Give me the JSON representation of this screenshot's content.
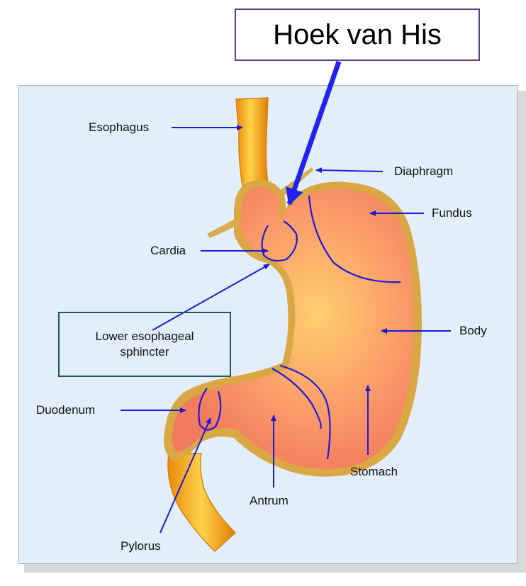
{
  "title": "Hoek van His",
  "labels": {
    "esophagus": "Esophagus",
    "diaphragm": "Diaphragm",
    "fundus": "Fundus",
    "cardia": "Cardia",
    "les_line1": "Lower esophageal",
    "les_line2": "sphincter",
    "body": "Body",
    "duodenum": "Duodenum",
    "stomach": "Stomach",
    "antrum": "Antrum",
    "pylorus": "Pylorus"
  },
  "colors": {
    "panel": "#e3eefb",
    "arrow": "#1a1adb",
    "title_arrow": "#2222ee",
    "stomach_fill": "#f48a64",
    "stomach_rim": "#d9a845",
    "esophagus": "#f5a623"
  }
}
